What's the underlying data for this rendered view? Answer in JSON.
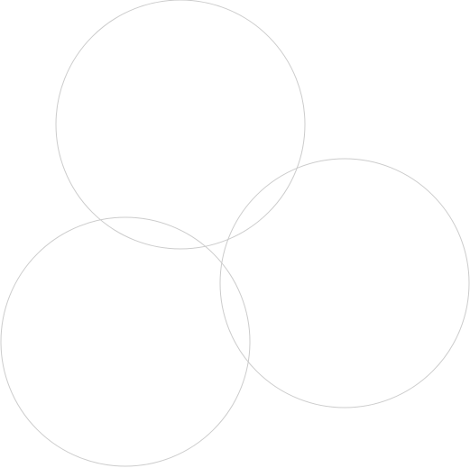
{
  "diagram": {
    "shape": "circle",
    "count": 3,
    "fill_color": "none",
    "stroke_color": "#cccccc",
    "background_color": "#ffffff"
  }
}
